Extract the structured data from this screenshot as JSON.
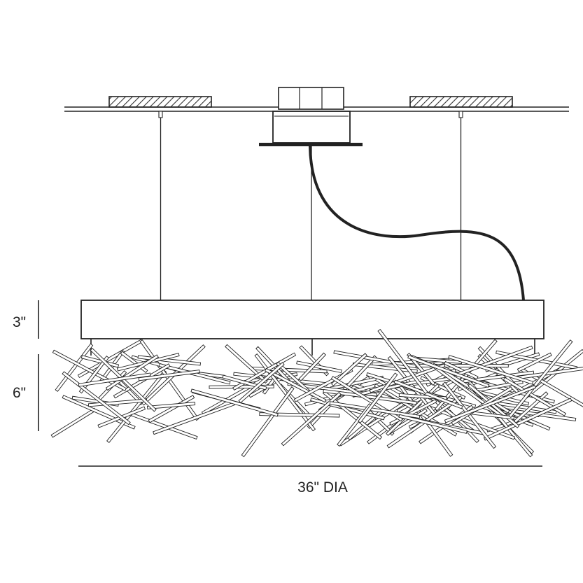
{
  "dimensions": {
    "body_height": "3\"",
    "rods_height": "6\"",
    "diameter": "36\" DIA"
  },
  "colors": {
    "line": "#222222",
    "rod_fill": "#ffffff",
    "hatch": "#333333"
  }
}
